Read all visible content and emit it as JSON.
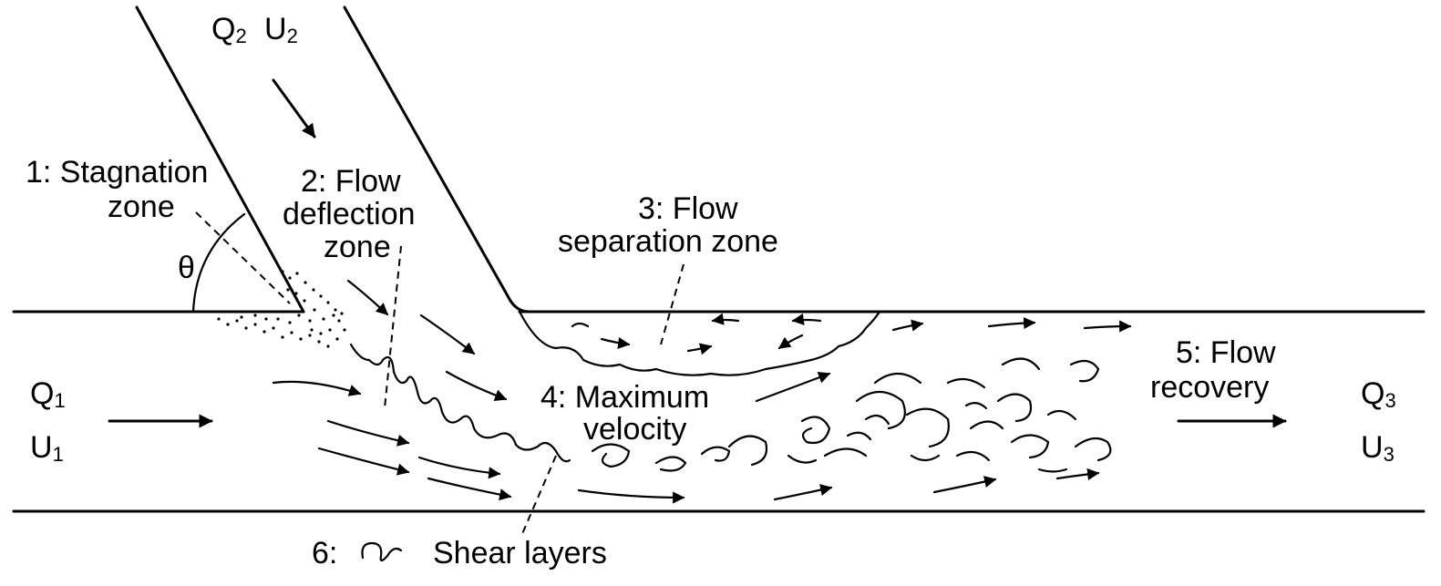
{
  "labels": {
    "branch_flow": "Q",
    "branch_flow_sub": "2",
    "branch_vel": "U",
    "branch_vel_sub": "2",
    "inlet_flow": "Q",
    "inlet_flow_sub": "1",
    "inlet_vel": "U",
    "inlet_vel_sub": "1",
    "outlet_flow": "Q",
    "outlet_flow_sub": "3",
    "outlet_vel": "U",
    "outlet_vel_sub": "3",
    "angle": "θ",
    "zone1_line1": "1: Stagnation",
    "zone1_line2": "zone",
    "zone2_line1": "2: Flow",
    "zone2_line2": "deflection",
    "zone2_line3": "zone",
    "zone3_line1": "3: Flow",
    "zone3_line2": "separation zone",
    "zone4_line1": "4: Maximum",
    "zone4_line2": "velocity",
    "zone5_line1": "5: Flow",
    "zone5_line2": "recovery",
    "zone6_prefix": "6:",
    "zone6_label": "Shear layers"
  }
}
